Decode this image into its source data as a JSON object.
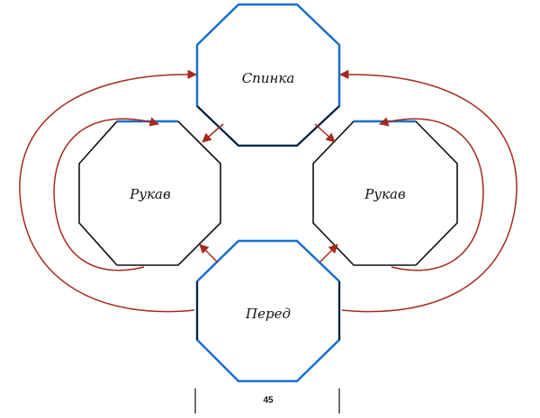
{
  "colors": {
    "edge_blue": "#1a6fcf",
    "edge_black": "#111111",
    "arrow_red": "#a52a1e"
  },
  "panels": {
    "back": {
      "label": "Спинка"
    },
    "sleeve_left": {
      "label": "Рукав"
    },
    "sleeve_right": {
      "label": "Рукав"
    },
    "front": {
      "label": "Перед"
    }
  },
  "dimension": {
    "label": "45"
  }
}
